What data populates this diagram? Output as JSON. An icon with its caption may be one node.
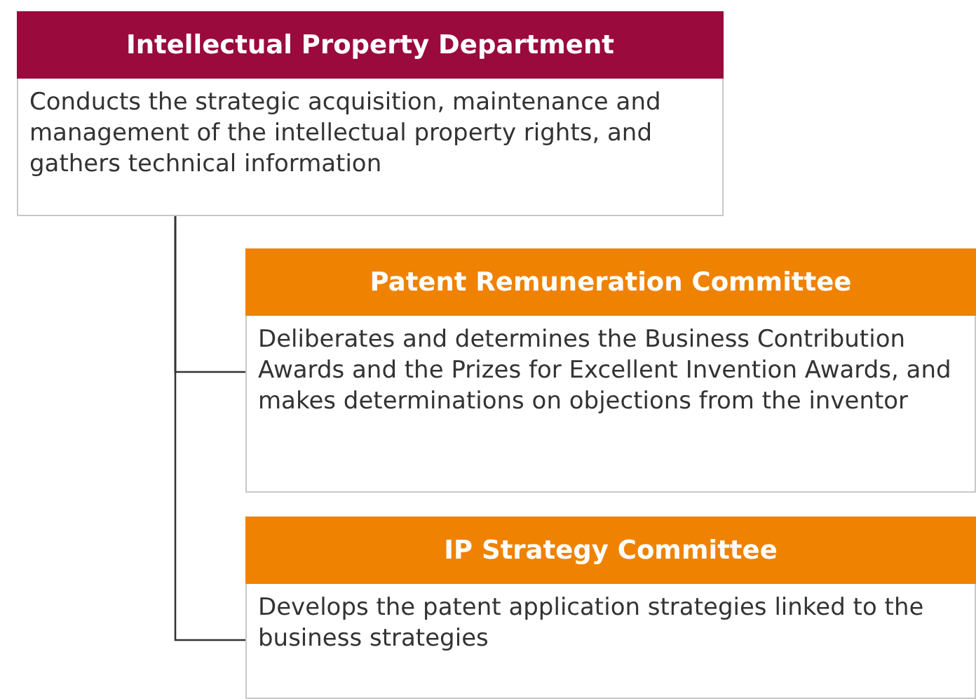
{
  "diagram": {
    "nodes": [
      {
        "text": [
          "Intellectual Property Department",
          "Conducts the strategic acquisition, maintenance and management of the intellectual property rights, and gathers technical information"
        ]
      },
      {
        "text": [
          "Patent Remuneration Committee",
          "Deliberates and determines the Business Contribution Awards and the Prizes for Excellent Invention Awards, and makes determinations on objections from the inventor"
        ]
      },
      {
        "text": [
          "IP Strategy Committee",
          "Develops the patent application strategies linked to the business strategies"
        ]
      }
    ],
    "edges": [
      {
        "from": 0,
        "to": 1,
        "arrow": "none"
      },
      {
        "from": 0,
        "to": 2,
        "arrow": "none"
      }
    ]
  }
}
